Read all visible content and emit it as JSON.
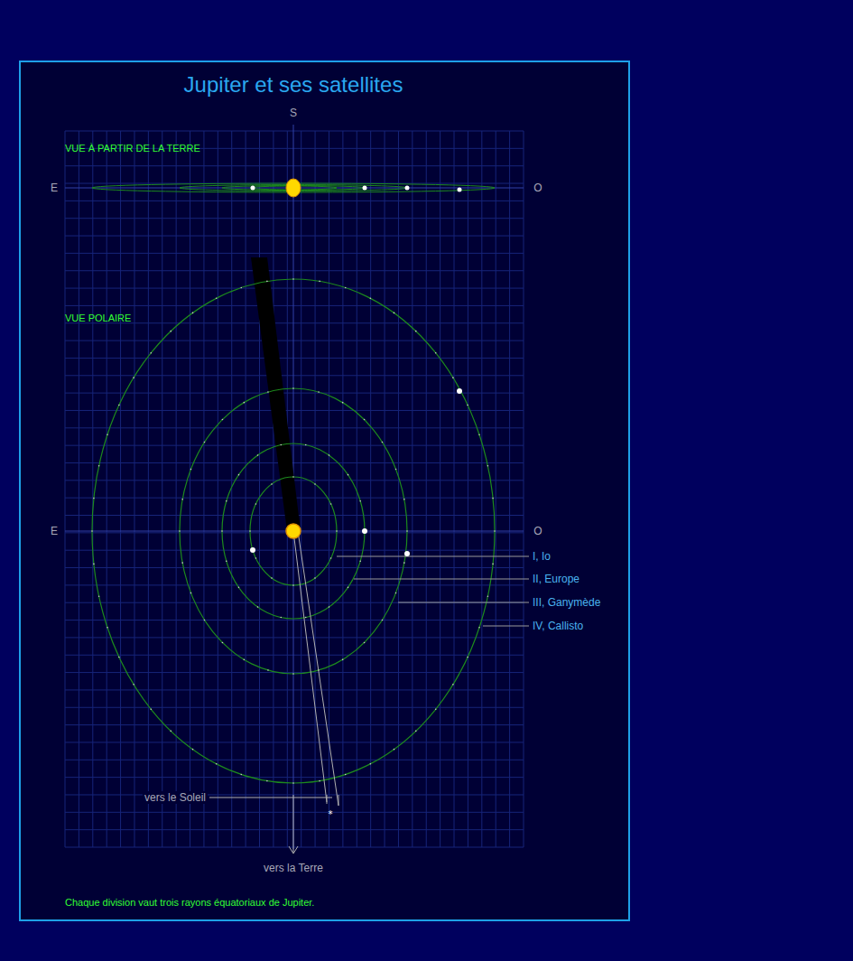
{
  "diagram": {
    "title": "Jupiter et ses satellites",
    "caption": "Chaque division vaut trois rayons équatoriaux de Jupiter.",
    "labels": [
      "S",
      "VUE À PARTIR DE LA TERRE",
      "E",
      "O",
      "VUE POLAIRE",
      "E",
      "O",
      "I, Io",
      "II, Europe",
      "III, Ganymède",
      "IV, Callisto",
      "vers le Soleil",
      "vers la Terre"
    ]
  }
}
